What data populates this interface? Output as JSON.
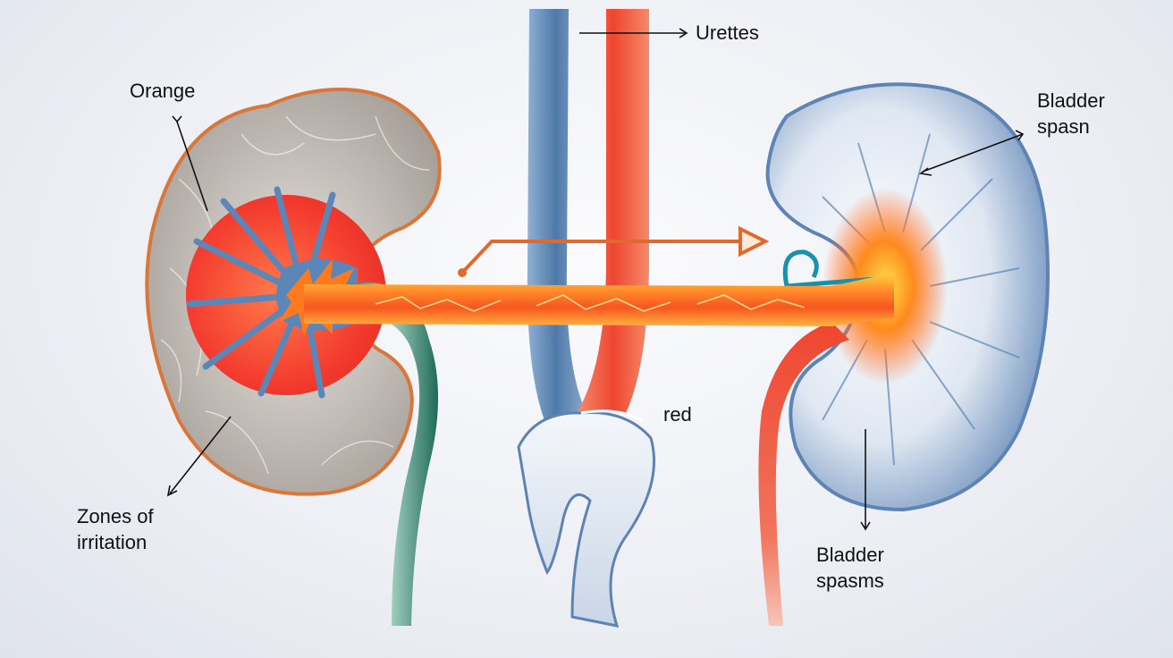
{
  "labels": {
    "top_left": "Orange",
    "top_center": "Urettes",
    "top_right": [
      "Bladder",
      "spasn"
    ],
    "bottom_left": [
      "Zones of",
      "irritation"
    ],
    "center": "red",
    "bottom_right": [
      "Bladder",
      "spasms"
    ]
  },
  "colors": {
    "kidney_outline": "#d9773a",
    "kidney_lobe_red": "#f23a2e",
    "kidney_blue_sinus": "#5c86b8",
    "vessel_blue": "#4f79a8",
    "vessel_red": "#ef4a34",
    "ureter_green": "#2e7d6a",
    "nerve_beam_orange": "#ff7a1c",
    "beam_yellow": "#ffd23a",
    "bladder_blue": "#5d84b4",
    "callout_arrow_orange": "#e06a2c"
  }
}
